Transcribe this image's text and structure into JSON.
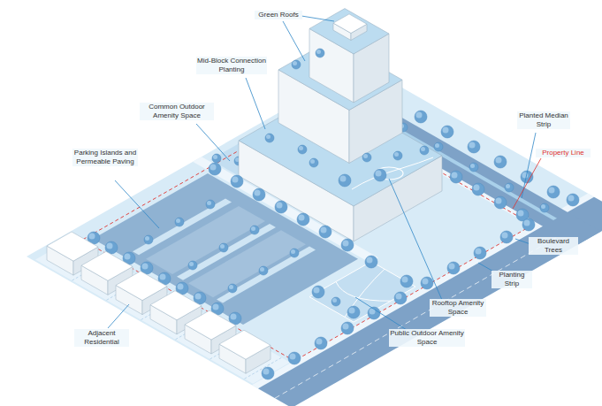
{
  "diagram": {
    "labels": [
      "Green Roofs",
      "Mid-Block Connection Planting",
      "Common Outdoor Amenity Space",
      "Parking Islands and Permeable Paving",
      "Planted Median Strip",
      "Property Line",
      "Boulevard Trees",
      "Planting Strip",
      "Rooftop Amenity Space",
      "Public Outdoor Amenity Space",
      "Adjacent Residential"
    ]
  }
}
